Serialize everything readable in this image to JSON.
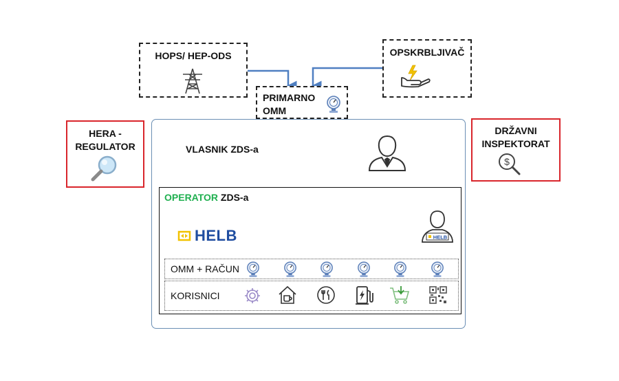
{
  "hops": {
    "title": "HOPS/ HEP-ODS",
    "icon": "power-tower-icon"
  },
  "opskrbljivac": {
    "title": "OPSKRBLJIVAČ",
    "icon": "hand-energy-icon"
  },
  "primarno": {
    "line1": "PRIMARNO",
    "line2": "OMM",
    "icon": "meter-icon"
  },
  "hera": {
    "line1": "HERA -",
    "line2": "REGULATOR",
    "icon": "magnifier-icon"
  },
  "drzavni": {
    "line1": "DRŽAVNI",
    "line2": "INSPEKTORAT",
    "icon": "dollar-magnifier-icon"
  },
  "vlasnik": {
    "label": "VLASNIK ZDS-a",
    "icon": "businessman-icon"
  },
  "operator": {
    "label_green": "OPERATOR",
    "label_rest": " ZDS-a",
    "logo_text": "HELB",
    "person_badge": "HELB"
  },
  "omm_row": {
    "label": "OMM + RAČUN",
    "meter_count": 6
  },
  "korisnici_row": {
    "label": "KORISNICI",
    "icons": [
      "gear-icon",
      "house-cup-icon",
      "restaurant-icon",
      "ev-charger-icon",
      "shopping-cart-icon",
      "qr-code-icon"
    ]
  },
  "colors": {
    "connector": "#4f7fc1",
    "accent_green": "#20b050",
    "regulator_border": "#d9252b",
    "helb_blue": "#1f4da0",
    "helb_yellow": "#f2c200"
  }
}
